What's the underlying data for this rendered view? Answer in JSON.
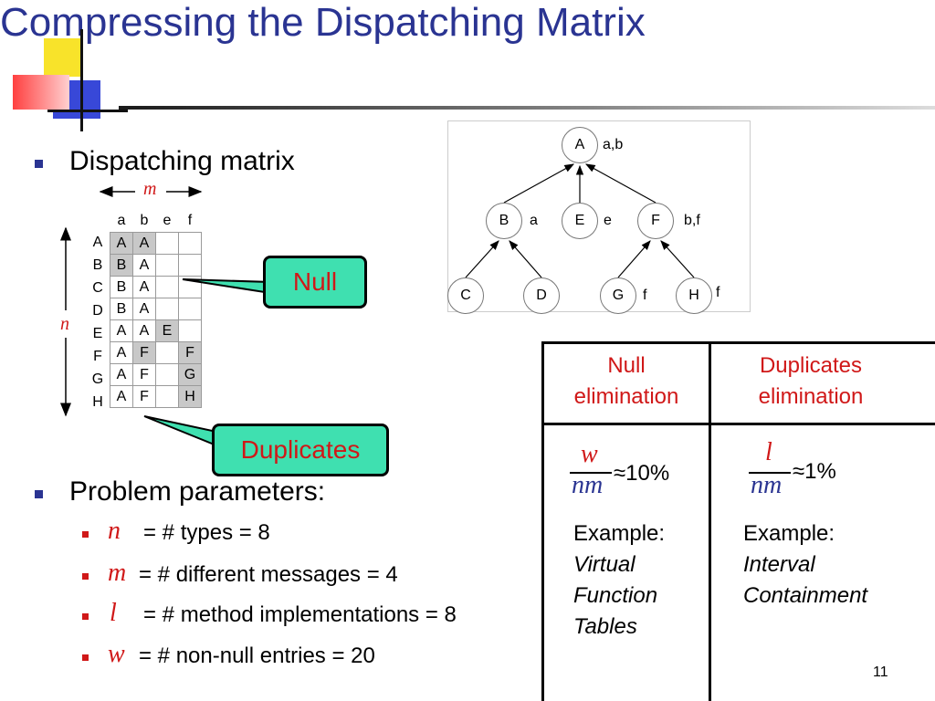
{
  "title": "Compressing the Dispatching Matrix",
  "bullet_dispatching": "Dispatching matrix",
  "matrix": {
    "m_label": "m",
    "n_label": "n",
    "columns": [
      "a",
      "b",
      "e",
      "f"
    ],
    "rows": [
      {
        "type": "A",
        "cells": [
          "A",
          "A",
          "",
          ""
        ]
      },
      {
        "type": "B",
        "cells": [
          "B",
          "A",
          "",
          ""
        ]
      },
      {
        "type": "C",
        "cells": [
          "B",
          "A",
          "",
          ""
        ]
      },
      {
        "type": "D",
        "cells": [
          "B",
          "A",
          "",
          ""
        ]
      },
      {
        "type": "E",
        "cells": [
          "A",
          "A",
          "E",
          ""
        ]
      },
      {
        "type": "F",
        "cells": [
          "A",
          "F",
          "",
          "F"
        ]
      },
      {
        "type": "G",
        "cells": [
          "A",
          "F",
          "",
          "G"
        ]
      },
      {
        "type": "H",
        "cells": [
          "A",
          "F",
          "",
          "H"
        ]
      }
    ]
  },
  "callouts": {
    "null": "Null",
    "duplicates": "Duplicates"
  },
  "problem": {
    "heading": "Problem parameters:",
    "items": [
      {
        "var": "n",
        "text": "= # types = 8"
      },
      {
        "var": "m",
        "text": "= # different messages = 4"
      },
      {
        "var": "l",
        "text": "= # method implementations = 8"
      },
      {
        "var": "w",
        "text": "= # non-null entries = 20"
      }
    ]
  },
  "tree": {
    "nodes": [
      {
        "id": "A",
        "label": "a,b"
      },
      {
        "id": "B",
        "label": "a"
      },
      {
        "id": "E",
        "label": "e"
      },
      {
        "id": "F",
        "label": "b,f"
      },
      {
        "id": "C",
        "label": ""
      },
      {
        "id": "D",
        "label": ""
      },
      {
        "id": "G",
        "label": "f"
      },
      {
        "id": "H",
        "label": "f"
      }
    ]
  },
  "comparison": {
    "null": {
      "header_line1": "Null",
      "header_line2": "elimination",
      "numerator": "w",
      "denominator": "nm",
      "ratio": "≈10%",
      "example_label": "Example:",
      "example_lines": [
        "Virtual",
        "Function",
        "Tables"
      ]
    },
    "dup": {
      "header_line1": "Duplicates",
      "header_line2": "elimination",
      "numerator": "l",
      "denominator": "nm",
      "ratio": "≈1%",
      "example_label": "Example:",
      "example_lines": [
        "Interval",
        "Containment"
      ]
    }
  },
  "page_number": "11",
  "colors": {
    "title": "#2a3492",
    "accent": "#d01818",
    "callout_fill": "#3fe0b0",
    "shade": "#c8c8c8"
  }
}
